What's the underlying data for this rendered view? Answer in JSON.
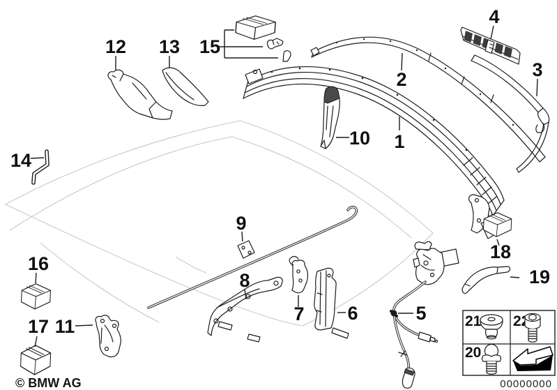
{
  "footer": {
    "copyright": "© BMW AG",
    "document_number": "00000000"
  },
  "callouts": {
    "c1": "1",
    "c2": "2",
    "c3": "3",
    "c4": "4",
    "c5": "5",
    "c6": "6",
    "c7": "7",
    "c8": "8",
    "c9": "9",
    "c10": "10",
    "c11": "11",
    "c12": "12",
    "c13": "13",
    "c14": "14",
    "c15": "15",
    "c16": "16",
    "c17": "17",
    "c18": "18",
    "c19": "19"
  },
  "legend": {
    "cells": [
      {
        "label": "21",
        "icon": "countersunk-rivet-icon"
      },
      {
        "label": "22",
        "icon": "socket-head-screw-icon"
      },
      {
        "label": "20",
        "icon": "ball-head-bolt-icon"
      },
      {
        "label": "",
        "icon": "direction-arrow-icon"
      }
    ]
  },
  "colors": {
    "line": "#1b1b1b",
    "faint_outline": "#c9c9c9",
    "slat_fill": "#3c3c3c"
  }
}
